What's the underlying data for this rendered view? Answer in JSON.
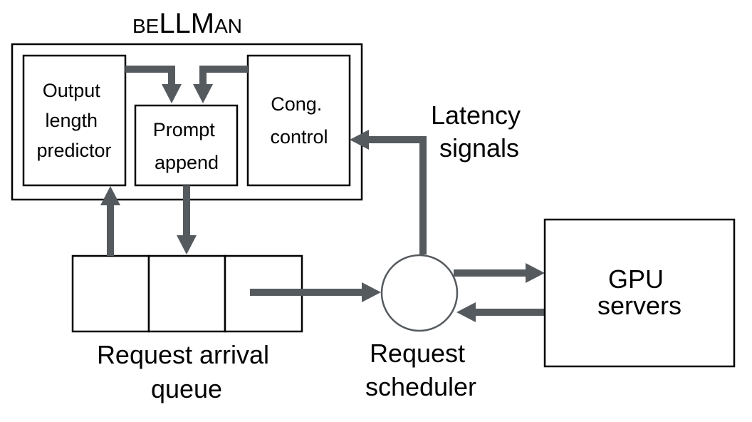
{
  "title": {
    "part1": "be",
    "part2": "LLM",
    "part3": "an"
  },
  "components": {
    "output_length_predictor": [
      "Output",
      "length",
      "predictor"
    ],
    "prompt_append": [
      "Prompt",
      "append"
    ],
    "cong_control": [
      "Cong.",
      "control"
    ],
    "gpu_servers": [
      "GPU",
      "servers"
    ]
  },
  "labels": {
    "latency_signals": [
      "Latency",
      "signals"
    ],
    "request_arrival_queue": [
      "Request arrival",
      "queue"
    ],
    "request_scheduler": [
      "Request",
      "scheduler"
    ]
  },
  "colors": {
    "arrow": "#555a5f",
    "box_stroke": "#000000",
    "text": "#000000"
  }
}
